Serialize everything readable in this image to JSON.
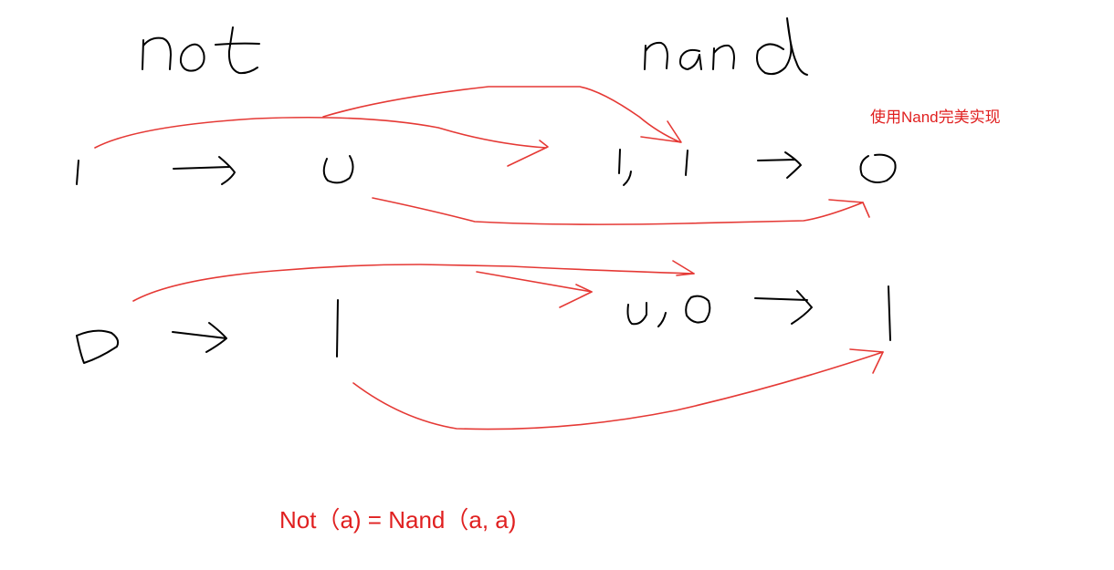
{
  "headings": {
    "left": "not",
    "right": "nand"
  },
  "notes": {
    "top_right": "使用Nand完美实现",
    "formula": "Not（a) = Nand（a, a)"
  },
  "row1": {
    "input": "1",
    "not_output": "0",
    "nand_inputs": "1, 1",
    "nand_output": "0"
  },
  "row2": {
    "input": "0",
    "not_output": "1",
    "nand_inputs": "0, 0",
    "nand_output": "1"
  },
  "colors": {
    "ink": "#000000",
    "arrows": "#e53935",
    "note_text": "#e02020"
  }
}
